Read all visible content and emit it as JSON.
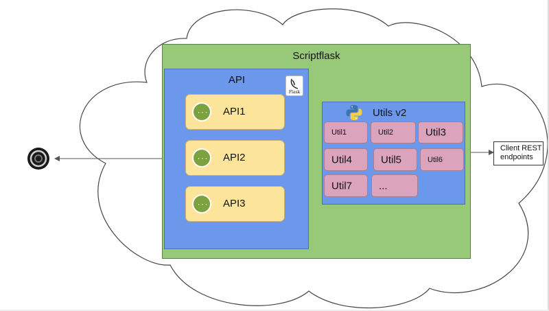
{
  "diagram": {
    "title": "Scriptflask",
    "api_panel": {
      "title": "API",
      "flask_logo_text": "Flask",
      "cards": [
        {
          "label": "API1",
          "icon": "swagger-icon"
        },
        {
          "label": "API2",
          "icon": "swagger-icon"
        },
        {
          "label": "API3",
          "icon": "swagger-icon"
        }
      ]
    },
    "utils_panel": {
      "title": "Utils v2",
      "icon": "python-icon",
      "items": [
        "Util1",
        "Util2",
        "Util3",
        "Util4",
        "Util5",
        "Util6",
        "Util7",
        "..."
      ]
    },
    "external": {
      "client_line1": "Client REST",
      "client_line2": "endpoints",
      "json_icon": "json-logo-icon"
    },
    "colors": {
      "outer": "#97c978",
      "panel": "#6c98ec",
      "api_card": "#fde49b",
      "util_card": "#dba4bc",
      "swagger": "#7ba23f"
    }
  }
}
